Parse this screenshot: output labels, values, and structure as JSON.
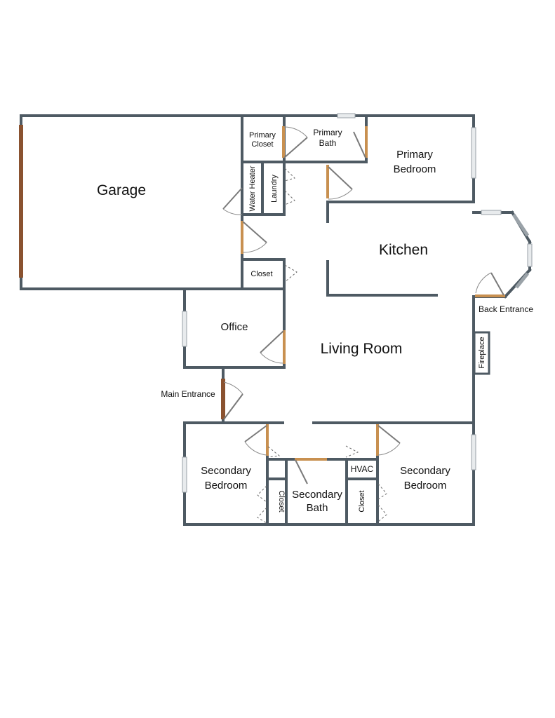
{
  "rooms": {
    "garage": "Garage",
    "primary_closet_1": "Primary",
    "primary_closet_2": "Closet",
    "primary_bath_1": "Primary",
    "primary_bath_2": "Bath",
    "primary_bedroom_1": "Primary",
    "primary_bedroom_2": "Bedroom",
    "water_heater": "Water Heater",
    "laundry": "Laundry",
    "kitchen": "Kitchen",
    "closet_hall": "Closet",
    "back_entrance": "Back Entrance",
    "office": "Office",
    "living_room": "Living Room",
    "fireplace": "Fireplace",
    "main_entrance": "Main Entrance",
    "secondary_bedroom_left_1": "Secondary",
    "secondary_bedroom_left_2": "Bedroom",
    "closet_left": "Closet",
    "secondary_bath_1": "Secondary",
    "secondary_bath_2": "Bath",
    "hvac": "HVAC",
    "closet_right": "Closet",
    "secondary_bedroom_right_1": "Secondary",
    "secondary_bedroom_right_2": "Bedroom"
  }
}
